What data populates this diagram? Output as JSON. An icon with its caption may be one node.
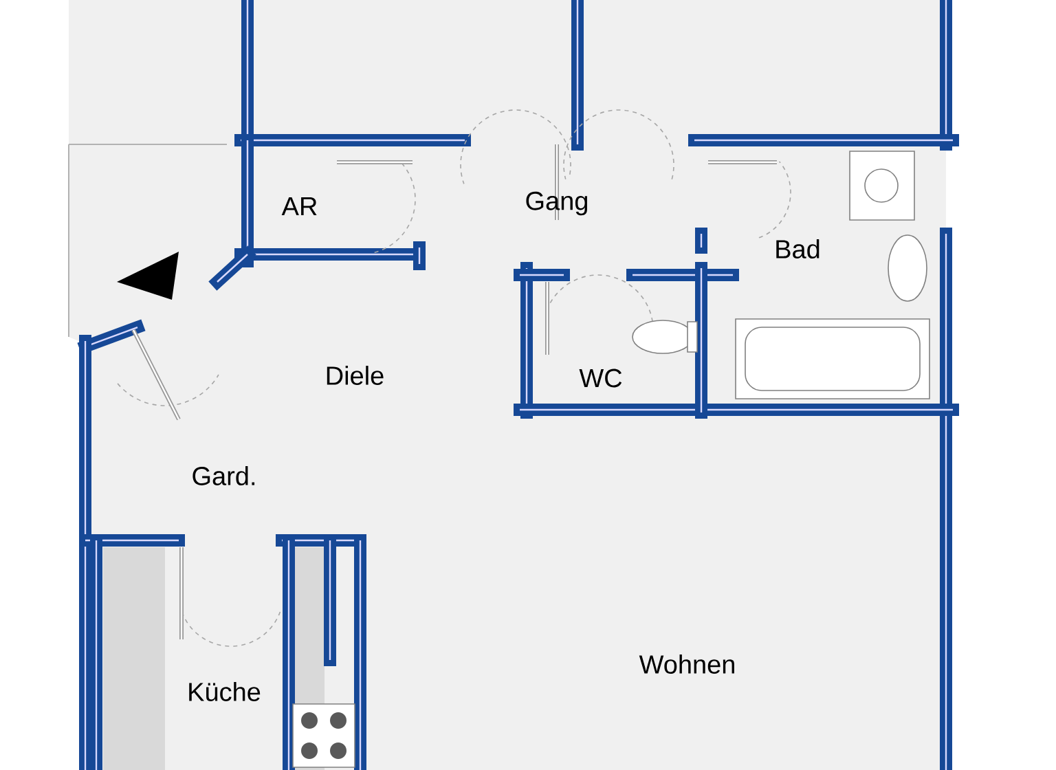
{
  "diagram": {
    "labels": [
      "AR",
      "Gang",
      "Bad",
      "WC",
      "Diele",
      "Gard.",
      "Küche",
      "Wohnen"
    ]
  }
}
